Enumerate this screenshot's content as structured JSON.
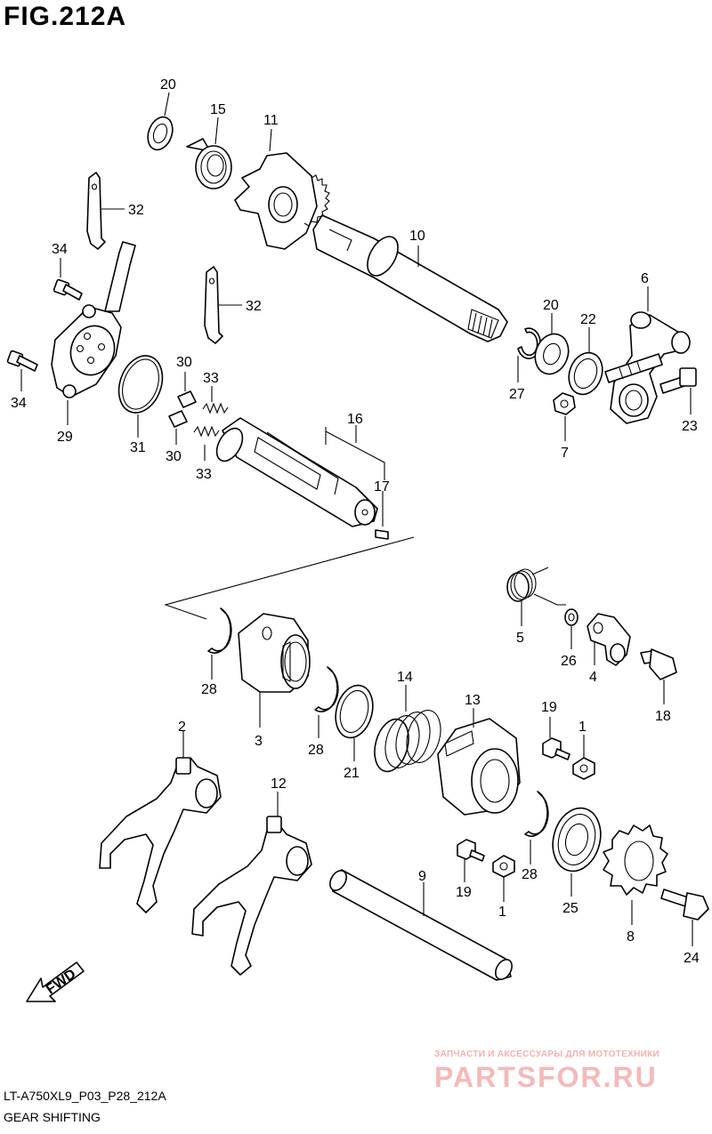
{
  "figure": {
    "title": "FIG.212A",
    "code": "LT-A750XL9_P03_P28_212A",
    "name": "GEAR SHIFTING"
  },
  "direction_label": "FWD",
  "watermark": {
    "tagline": "ЗАПЧАСТИ И АКСЕССУАРЫ ДЛЯ МОТОТЕХНИКИ",
    "logo": "PARTSFOR.RU"
  },
  "callouts": {
    "c1a": "1",
    "c1b": "1",
    "c2": "2",
    "c3": "3",
    "c4": "4",
    "c5": "5",
    "c6": "6",
    "c7": "7",
    "c8": "8",
    "c9": "9",
    "c10": "10",
    "c11": "11",
    "c12": "12",
    "c13": "13",
    "c14": "14",
    "c15": "15",
    "c16": "16",
    "c17": "17",
    "c18": "18",
    "c19a": "19",
    "c19b": "19",
    "c20a": "20",
    "c20b": "20",
    "c21": "21",
    "c22": "22",
    "c23": "23",
    "c24": "24",
    "c25": "25",
    "c26": "26",
    "c27": "27",
    "c28a": "28",
    "c28b": "28",
    "c28c": "28",
    "c29": "29",
    "c30a": "30",
    "c30b": "30",
    "c31": "31",
    "c32a": "32",
    "c32b": "32",
    "c33a": "33",
    "c33b": "33",
    "c34a": "34",
    "c34b": "34"
  }
}
